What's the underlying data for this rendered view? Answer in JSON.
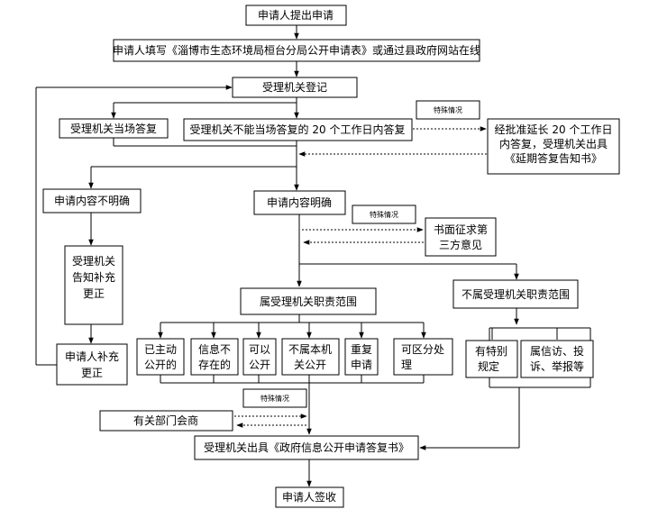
{
  "nodes": {
    "n1": "申请人提出申请",
    "n2": "申请人填写《淄博市生态环境局桓台分局公开申请表》或通过县政府网站在线",
    "n3": "受理机关登记",
    "n4": "受理机关当场答复",
    "n5": "受理机关不能当场答复的 20 个工作日内答复",
    "n6": [
      "经批准延长 20 个工作日",
      "内答复，受理机关出具",
      "《延期答复告知书》"
    ],
    "n7": "申请内容不明确",
    "n8": "申请内容明确",
    "n9": [
      "书面征求第",
      "三方意见"
    ],
    "n10": [
      "受理机关",
      "告知补充",
      "更正"
    ],
    "n11": [
      "申请人补充",
      "更正"
    ],
    "n12": "属受理机关职责范围",
    "n13": "不属受理机关职责范围",
    "c1": [
      "已主动",
      "公开的"
    ],
    "c2": [
      "信息不",
      "存在的"
    ],
    "c3": [
      "可以",
      "公开"
    ],
    "c4": [
      "不属本机",
      "关公开"
    ],
    "c5": [
      "重复",
      "申请"
    ],
    "c6": [
      "可区分处",
      "理"
    ],
    "d1": [
      "有特别",
      "规定"
    ],
    "d2": [
      "属信访、投",
      "诉、举报等"
    ],
    "n14": "有关部门会商",
    "n15": "受理机关出具《政府信息公开申请答复书》",
    "n16": "申请人签收"
  },
  "notes": {
    "special1": "特殊情况",
    "special2": "特殊情况",
    "special3": "特殊情况"
  }
}
